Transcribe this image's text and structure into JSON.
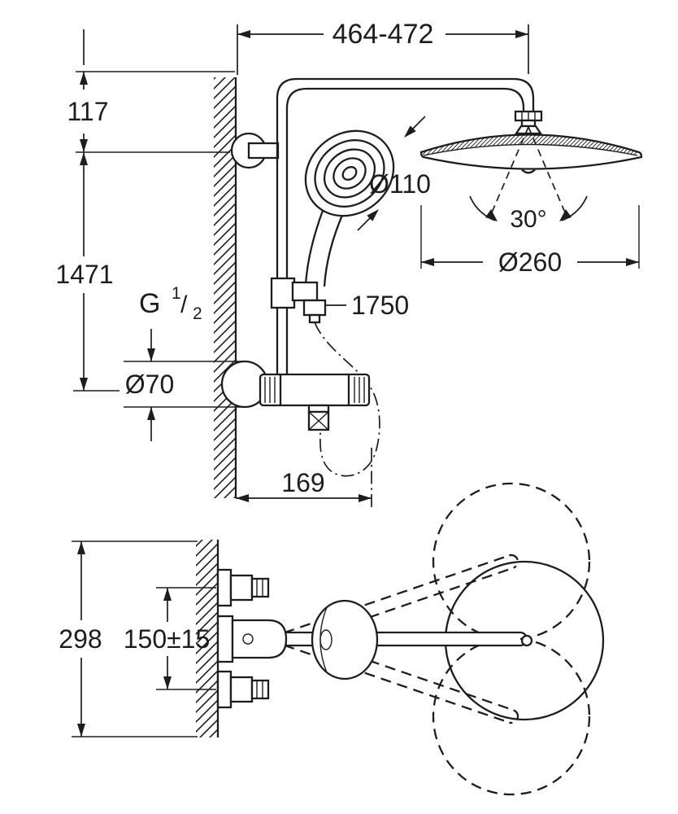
{
  "drawing": {
    "line_color": "#1d1d1b",
    "background_color": "#ffffff",
    "dimensions": {
      "top_width": "464-472",
      "top_offset": "117",
      "rail_height": "1471",
      "hand_shower_diameter": "Ø110",
      "head_swivel_angle": "30°",
      "head_diameter": "Ø260",
      "hose_length": "1750",
      "wall_clearance": "169",
      "side_depth": "298",
      "connection_spacing": "150±15",
      "escutcheon_diameter": "Ø70"
    },
    "thread_label": {
      "letter": "G",
      "numerator": "1",
      "slash": "/",
      "denominator": "2"
    }
  }
}
